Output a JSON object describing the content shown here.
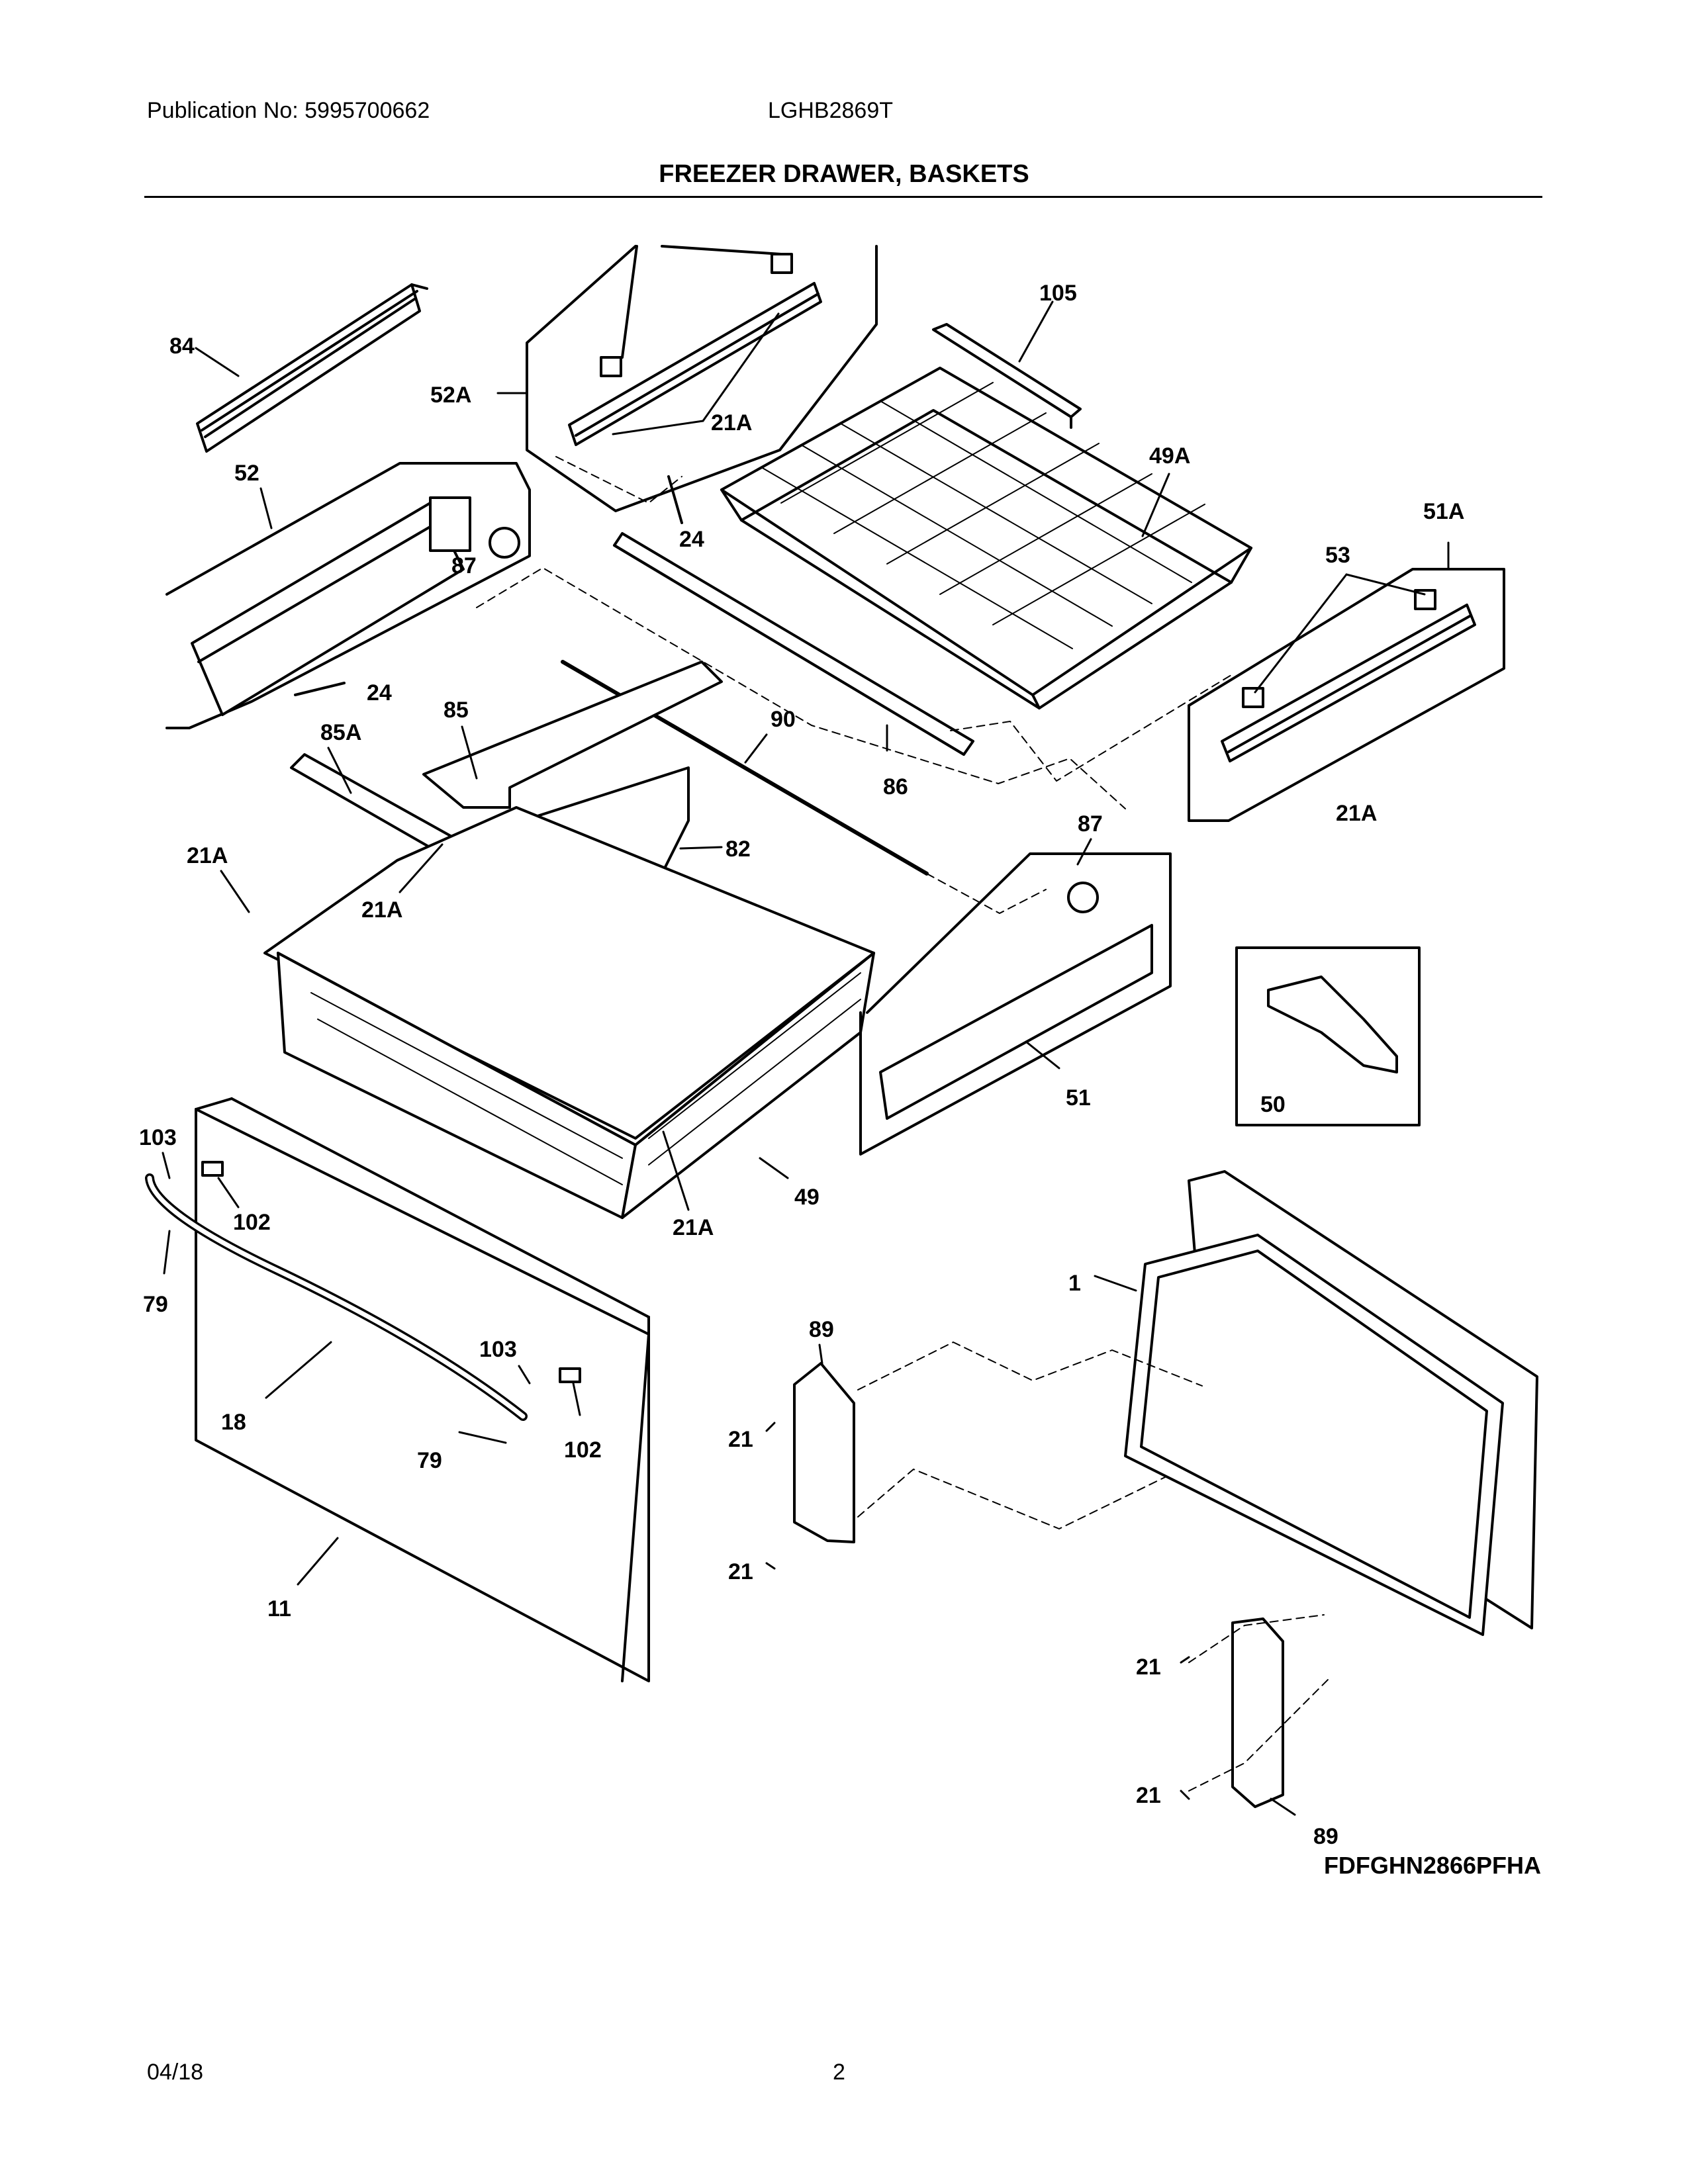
{
  "header": {
    "publication": "Publication No: 5995700662",
    "model": "LGHB2869T",
    "title": "FREEZER DRAWER, BASKETS"
  },
  "diagram": {
    "callouts": {
      "c84": "84",
      "c52A": "52A",
      "c21A_a": "21A",
      "c105": "105",
      "c52": "52",
      "c87_a": "87",
      "c24_a": "24",
      "c49A": "49A",
      "c51A": "51A",
      "c53": "53",
      "c24_b": "24",
      "c85": "85",
      "c85A": "85A",
      "c90": "90",
      "c86": "86",
      "c21A_b": "21A",
      "c21A_c": "21A",
      "c21A_d": "21A",
      "c82": "82",
      "c87_b": "87",
      "c50": "50",
      "c51": "51",
      "c103_a": "103",
      "c102_a": "102",
      "c21A_e": "21A",
      "c49": "49",
      "c79_a": "79",
      "c1": "1",
      "c89_a": "89",
      "c103_b": "103",
      "c18": "18",
      "c79_b": "79",
      "c102_b": "102",
      "c21_a": "21",
      "c21_b": "21",
      "c11": "11",
      "c21_c": "21",
      "c21_d": "21",
      "c89_b": "89"
    },
    "drawing_code": "FDFGHN2866PFHA"
  },
  "footer": {
    "date": "04/18",
    "page": "2"
  }
}
